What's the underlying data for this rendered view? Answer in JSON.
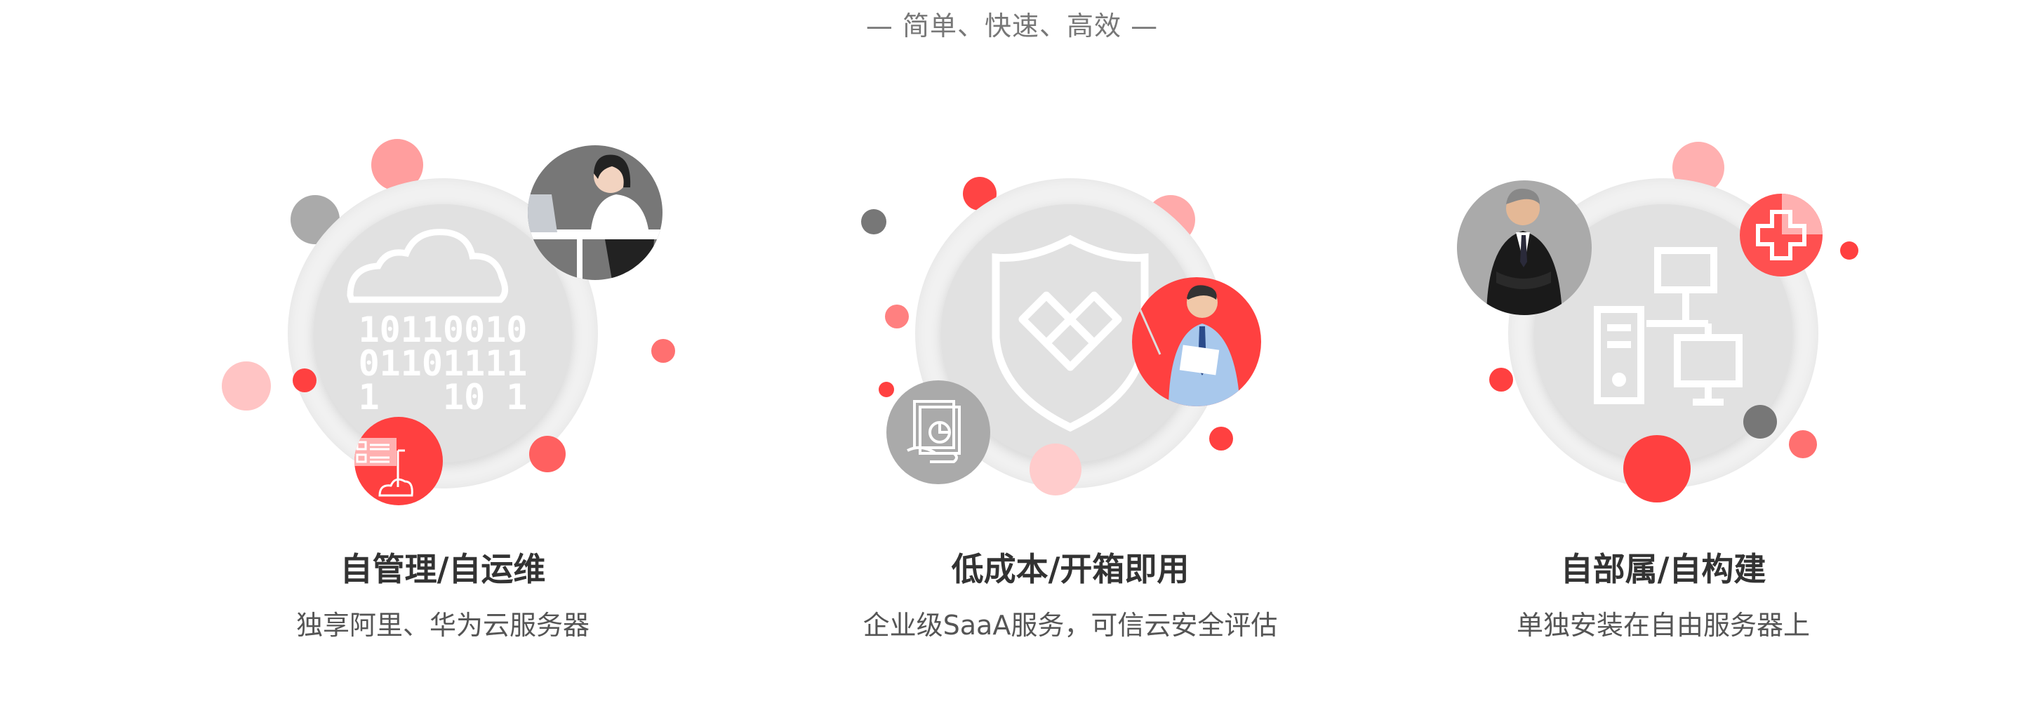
{
  "subtitle": "— 简单、快速、高效 —",
  "features": [
    {
      "title": "自管理/自运维",
      "description": "独享阿里、华为云服务器",
      "icon": "cloud-binary-icon",
      "binary": [
        "10110010",
        "01101111",
        "1   10 1"
      ]
    },
    {
      "title": "低成本/开箱即用",
      "description": "企业级SaaA服务，可信云安全评估",
      "icon": "shield-icon"
    },
    {
      "title": "自部属/自构建",
      "description": "单独安装在自由服务器上",
      "icon": "network-diagram-icon"
    }
  ],
  "colors": {
    "accent": "#ff4040",
    "pink": "#ffa0a0",
    "gray": "#aaaaaa",
    "dark_gray": "#777777",
    "ring": "#f1f1f1",
    "inner": "#e1e1e1"
  }
}
